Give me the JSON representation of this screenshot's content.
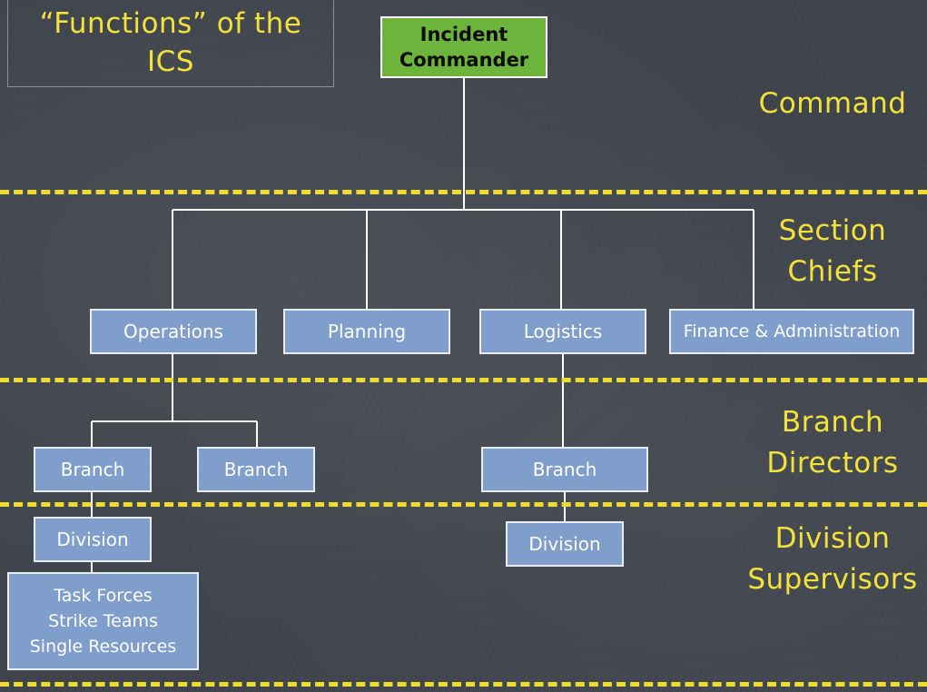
{
  "title": "“Functions” of the\nICS",
  "levels": {
    "command": "Command",
    "section_chiefs": "Section\nChiefs",
    "branch_directors": "Branch\nDirectors",
    "division_supervisors": "Division\nSupervisors"
  },
  "nodes": {
    "incident_commander": "Incident\nCommander",
    "operations": "Operations",
    "planning": "Planning",
    "logistics": "Logistics",
    "finance": "Finance & Administration",
    "ops_branch_1": "Branch",
    "ops_branch_2": "Branch",
    "log_branch": "Branch",
    "ops_division": "Division",
    "log_division": "Division",
    "resources": "Task Forces\nStrike Teams\nSingle Resources"
  },
  "colors": {
    "background": "#3f444c",
    "accent_yellow": "#f2e23a",
    "command_box": "#6cb43c",
    "node_box": "#7f9ecb",
    "connector": "#ffffff"
  }
}
